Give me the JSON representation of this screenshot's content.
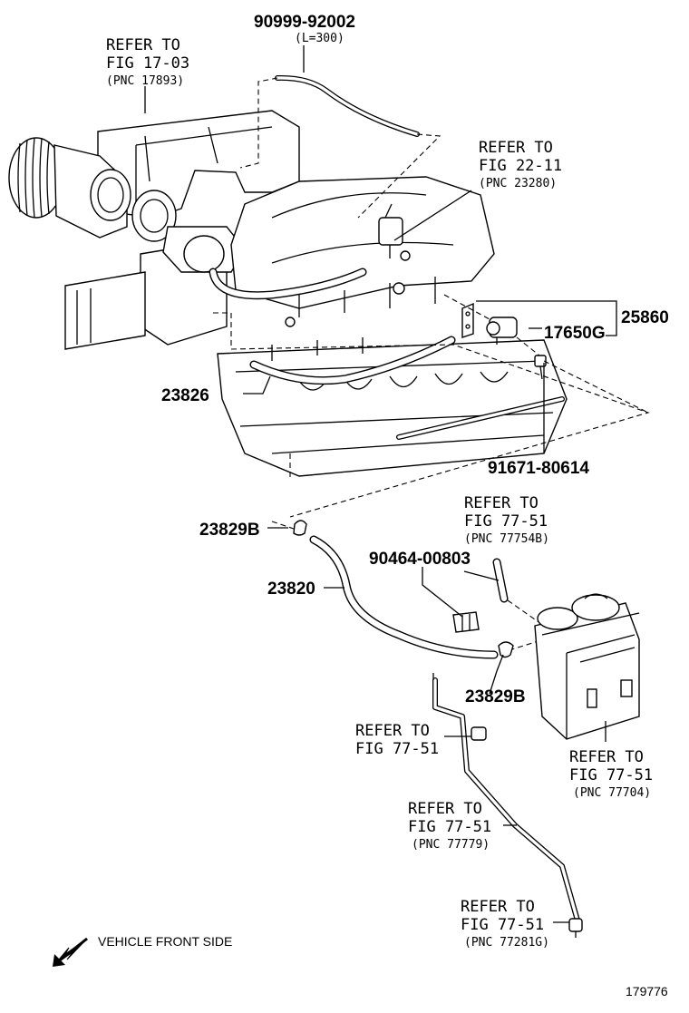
{
  "refs": {
    "fig_17_03": {
      "line1": "REFER TO",
      "line2": "FIG 17-03",
      "line3": "(PNC 17893)"
    },
    "fig_22_11": {
      "line1": "REFER TO",
      "line2": "FIG 22-11",
      "line3": "(PNC 23280)"
    },
    "fig_77_51_b": {
      "line1": "REFER TO",
      "line2": "FIG 77-51",
      "line3": "(PNC 77754B)"
    },
    "fig_77_51_plain": {
      "line1": "REFER TO",
      "line2": "FIG 77-51"
    },
    "fig_77_51_704": {
      "line1": "REFER TO",
      "line2": "FIG 77-51",
      "line3": "(PNC 77704)"
    },
    "fig_77_51_779": {
      "line1": "REFER TO",
      "line2": "FIG 77-51",
      "line3": "(PNC 77779)"
    },
    "fig_77_51_281g": {
      "line1": "REFER TO",
      "line2": "FIG 77-51",
      "line3": "(PNC 77281G)"
    }
  },
  "parts": {
    "p90999": {
      "number": "90999-92002",
      "note": "(L=300)"
    },
    "p25860": {
      "number": "25860"
    },
    "p17650g": {
      "number": "17650G"
    },
    "p23826": {
      "number": "23826"
    },
    "p91671": {
      "number": "91671-80614"
    },
    "p23829b_top": {
      "number": "23829B"
    },
    "p90464": {
      "number": "90464-00803"
    },
    "p23820": {
      "number": "23820"
    },
    "p23829b_bottom": {
      "number": "23829B"
    }
  },
  "footer": {
    "direction_note": "VEHICLE FRONT SIDE",
    "illustration_id": "179776"
  },
  "colors": {
    "line": "#000000",
    "background": "#ffffff"
  },
  "icons": {
    "direction": "arrow-down-left-icon"
  }
}
